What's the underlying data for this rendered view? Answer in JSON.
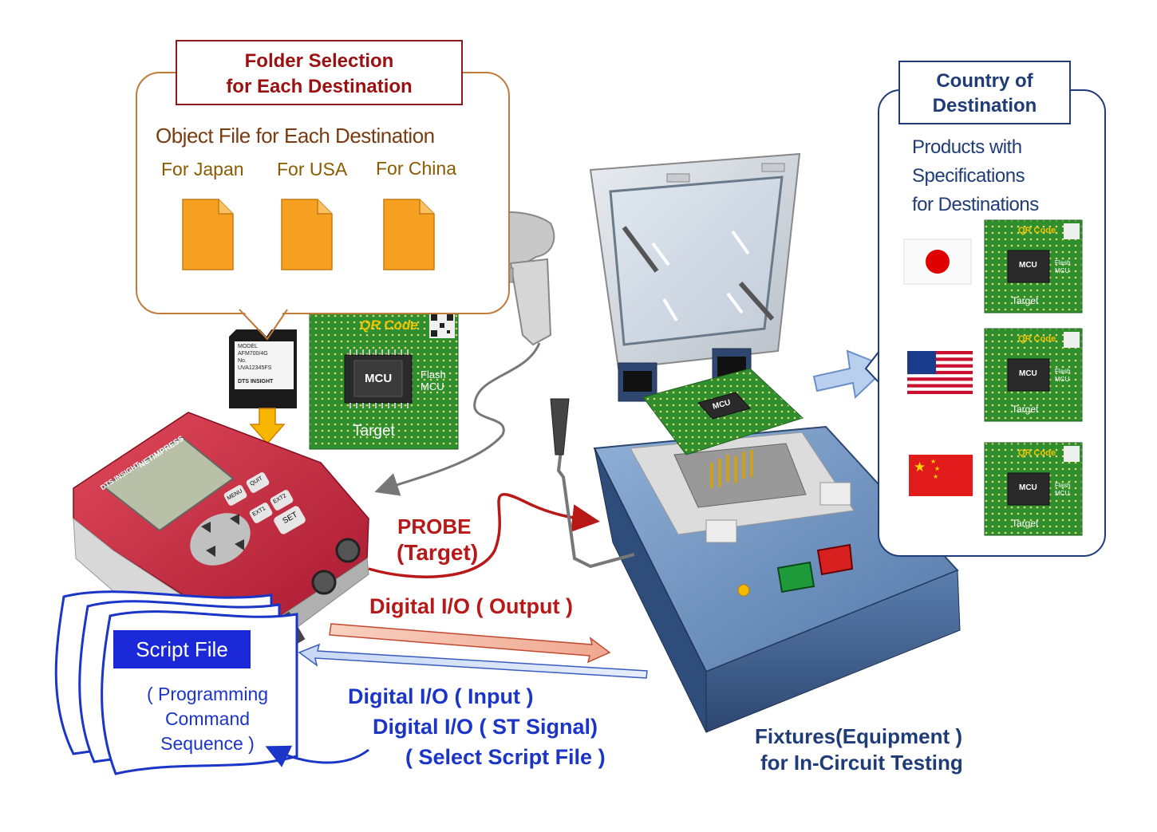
{
  "folder": {
    "title_line1": "Folder Selection",
    "title_line2": "for Each Destination",
    "object_title": "Object File for Each Destination",
    "destinations": [
      "For Japan",
      "For USA",
      "For China"
    ]
  },
  "sd_card": {
    "line1": "MODEL",
    "line2": "AFM700/4G",
    "line3": "No.",
    "line4": "UVA12345FS",
    "brand": "DTS INSIGHT"
  },
  "target_board": {
    "qr_label": "QR Code",
    "chip_label": "MCU",
    "flash_line1": "Flash",
    "flash_line2": "MCU",
    "target_label": "Target"
  },
  "programmer": {
    "brand": "DTS INSIGHT",
    "model": "NETIMPRESS",
    "buttons": [
      "MENU",
      "QUIT",
      "EXT1",
      "EXT2",
      "SET"
    ]
  },
  "country": {
    "title_line1": "Country of",
    "title_line2": "Destination",
    "products_line1": "Products with",
    "products_line2": "Specifications",
    "products_line3": "for Destinations"
  },
  "signals": {
    "probe_line1": "PROBE",
    "probe_line2": "(Target)",
    "dio_output": "Digital I/O ( Output )",
    "dio_input": "Digital I/O ( Input )",
    "dio_st": "Digital I/O ( ST Signal)",
    "select_script": "( Select Script File )"
  },
  "script_file": {
    "title": "Script File",
    "line1": "( Programming",
    "line2": "Command",
    "line3": "Sequence )"
  },
  "fixture": {
    "line1": "Fixtures(Equipment )",
    "line2": "for In-Circuit Testing",
    "chip_label": "MCU"
  },
  "colors": {
    "folder_title": "#9b1010",
    "country_title": "#1f3c78",
    "signal_red": "#b81818",
    "signal_blue": "#1a35c8",
    "pcb_green": "#2e8b2e",
    "file_orange": "#f5a020",
    "programmer_red": "#c8283c",
    "fixture_blue": "#3d5f8c"
  }
}
